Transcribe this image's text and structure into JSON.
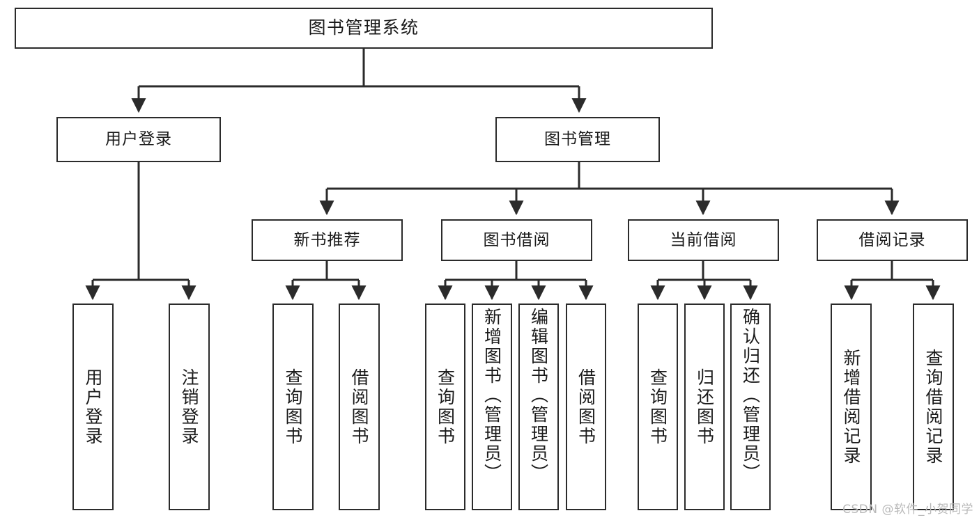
{
  "diagram": {
    "title": "图书管理系统",
    "type": "tree",
    "theme": {
      "background": "#ffffff",
      "node_border": "#2b2b2b",
      "node_fill": "#ffffff",
      "text": "#1a1a1a",
      "edge": "#2b2b2b",
      "watermark": "#b9b9b9"
    },
    "root": {
      "label": "图书管理系统"
    },
    "level2": [
      {
        "label": "用户登录"
      },
      {
        "label": "图书管理"
      }
    ],
    "level3": [
      {
        "label": "新书推荐"
      },
      {
        "label": "图书借阅"
      },
      {
        "label": "当前借阅"
      },
      {
        "label": "借阅记录"
      }
    ],
    "leaves": {
      "user_login": [
        {
          "label": "用户登录"
        },
        {
          "label": "注销登录"
        }
      ],
      "new_book": [
        {
          "label": "查询图书"
        },
        {
          "label": "借阅图书"
        }
      ],
      "book_borrow": [
        {
          "label": "查询图书"
        },
        {
          "label": "新增图书（管理员）"
        },
        {
          "label": "编辑图书（管理员）"
        },
        {
          "label": "借阅图书"
        }
      ],
      "current_borrow": [
        {
          "label": "查询图书"
        },
        {
          "label": "归还图书"
        },
        {
          "label": "确认归还（管理员）"
        }
      ],
      "borrow_record": [
        {
          "label": "新增借阅记录"
        },
        {
          "label": "查询借阅记录"
        }
      ]
    }
  },
  "watermark": {
    "text": "CSDN @软件_小贺同学"
  }
}
